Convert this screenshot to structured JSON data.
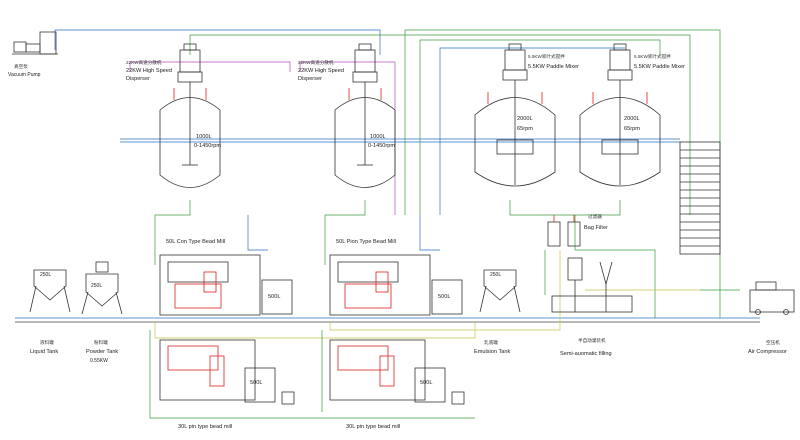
{
  "labels": {
    "vacuum_pump_cn": "真空泵",
    "vacuum_pump": "Vacuum Pump",
    "disp1_cn": "22KW高速分散机",
    "disp1_a": "22KW High Speed",
    "disp1_b": "Disperser",
    "disp2_cn": "22KW高速分散机",
    "disp2_a": "22KW High Speed",
    "disp2_b": "Disperser",
    "tank1_vol": "1000L",
    "tank1_rpm": "0-1450rpm",
    "tank2_vol": "1000L",
    "tank2_rpm": "0-1450rpm",
    "mixer1_cn": "5.5KW桨叶式搅拌",
    "mixer1": "5.5KW Paddle Mixer",
    "mixer2_cn": "5.5KW桨叶式搅拌",
    "mixer2": "5.5KW Paddle Mixer",
    "tank3_vol": "2000L",
    "tank3_rpm": "65rpm",
    "tank4_vol": "2000L",
    "tank4_rpm": "65rpm",
    "filter_cn": "过滤器",
    "filter": "Bag Filter",
    "mill1": "50L Con Type Bead Mill",
    "mill2": "50L Pion Type Bead Mill",
    "mill1_tank": "500L",
    "mill2_tank": "500L",
    "mill3": "30L pin type bead mill",
    "mill4": "30L pin type bead mill",
    "mill3_tank": "500L",
    "mill4_tank": "500L",
    "liquid_tank_vol": "250L",
    "powder_tank_vol": "250L",
    "emulsion_tank_vol": "250L",
    "liquid_tank_cn": "液料罐",
    "liquid_tank": "Liquid Tank",
    "powder_tank_cn": "粉料罐",
    "powder_tank": "Powder Tank",
    "powder_tank_kw": "0.55KW",
    "emulsion_tank_cn": "乳液罐",
    "emulsion_tank": "Emulsion Tank",
    "filling_cn": "半自动灌装机",
    "filling": "Semi-auomatic filling",
    "air_comp_cn": "空压机",
    "air_comp": "Air Compressor"
  },
  "colors": {
    "equipment": "#333333",
    "red_equipment": "#dd2222",
    "green_line": "#3c9a3c",
    "blue_line": "#2a6fc0",
    "purple_line": "#b04cb8",
    "yellow_line": "#c9c34a"
  }
}
